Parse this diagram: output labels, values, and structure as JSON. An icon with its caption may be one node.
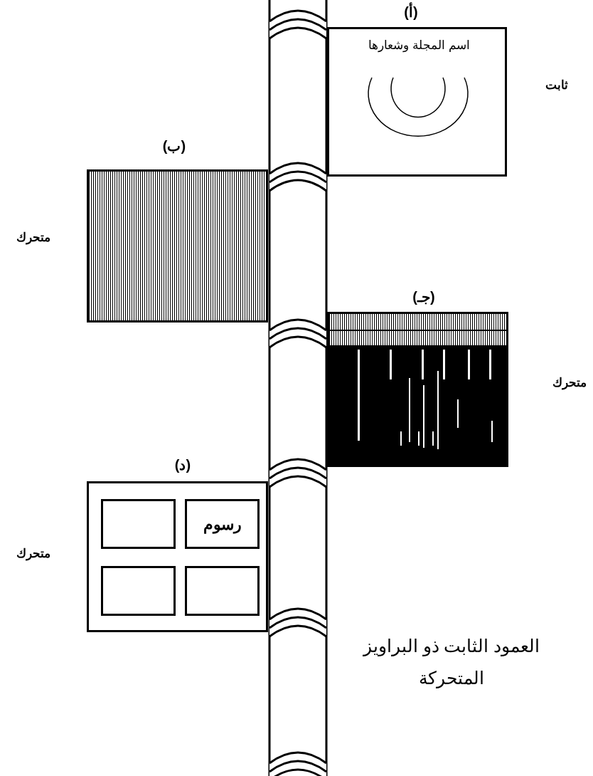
{
  "diagram": {
    "nodes": [
      {
        "text": [
          "(أ)",
          "اسم المجلة وشعارها"
        ],
        "beside": [
          "ثابت"
        ]
      },
      {
        "text": [
          "(ب)"
        ],
        "beside": [
          "متحرك"
        ]
      },
      {
        "text": [
          "(جـ)"
        ],
        "beside": [
          "متحرك"
        ]
      },
      {
        "text": [
          "(د)"
        ],
        "beside": [
          "متحرك"
        ]
      },
      {
        "text": [],
        "shape": "box",
        "in": 3
      },
      {
        "text": [
          "رسوم"
        ],
        "in": 3
      },
      {
        "text": [],
        "shape": "box",
        "in": 3
      },
      {
        "text": [],
        "shape": "box",
        "in": 3
      },
      {
        "text": [],
        "shape": "bar",
        "beside": [
          "العمود الثابت ذو البراويز المتحركة"
        ]
      }
    ],
    "edges": []
  }
}
